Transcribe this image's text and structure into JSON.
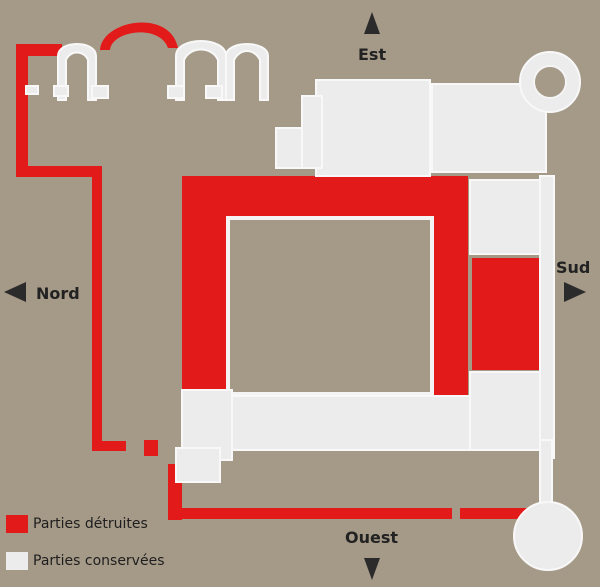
{
  "compass": {
    "east": "Est",
    "south": "Sud",
    "north": "Nord",
    "west": "Ouest"
  },
  "legend": {
    "items": [
      {
        "label": "Parties détruites",
        "color": "#e21a1a"
      },
      {
        "label": "Parties conservées",
        "color": "#ececec"
      }
    ]
  },
  "colors": {
    "background": "#a59a88",
    "destroyed": "#e21a1a",
    "preserved": "#ececec",
    "wall": "#f4f4f4"
  }
}
